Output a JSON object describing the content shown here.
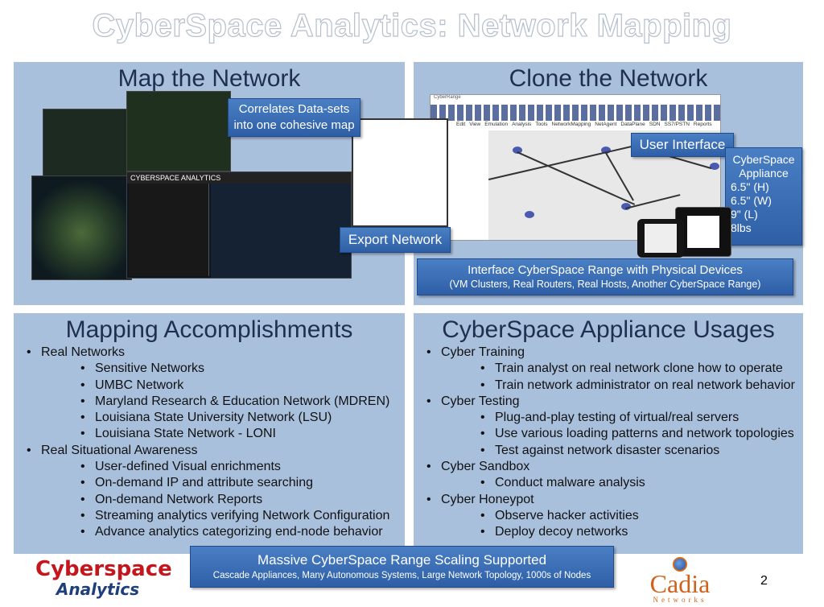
{
  "title": "CyberSpace Analytics: Network Mapping",
  "map_panel": {
    "heading": "Map the Network",
    "callout": "Correlates Data-sets into one cohesive map",
    "export_label": "Export Network",
    "app_title": "CYBERSPACE ANALYTICS"
  },
  "clone_panel": {
    "heading": "Clone the Network",
    "ui_label": "User Interface",
    "appliance": {
      "name": "CyberSpace Appliance",
      "specs": [
        "6.5\" (H)",
        "6.5\" (W)",
        "9\" (L)",
        "8lbs"
      ]
    },
    "interface_title": "Interface CyberSpace Range with Physical Devices",
    "interface_sub": "(VM Clusters, Real Routers, Real Hosts, Another CyberSpace Range)",
    "menu": [
      "Edit",
      "View",
      "Emulation",
      "Analysis",
      "Tools",
      "NetworkMapping",
      "NetAgent",
      "DataPlane",
      "SDN",
      "SS7/PSTN",
      "Reports"
    ]
  },
  "accomplishments": {
    "heading": "Mapping Accomplishments",
    "items": [
      {
        "level": 1,
        "text": "Real Networks"
      },
      {
        "level": 2,
        "text": "Sensitive Networks"
      },
      {
        "level": 2,
        "text": "UMBC Network"
      },
      {
        "level": 2,
        "text": "Maryland Research & Education Network (MDREN)"
      },
      {
        "level": 2,
        "text": "Louisiana State University Network (LSU)"
      },
      {
        "level": 2,
        "text": "Louisiana State Network - LONI"
      },
      {
        "level": 1,
        "text": "Real Situational Awareness"
      },
      {
        "level": 2,
        "text": "User-defined Visual enrichments"
      },
      {
        "level": 2,
        "text": "On-demand IP and attribute searching"
      },
      {
        "level": 2,
        "text": "On-demand Network Reports"
      },
      {
        "level": 2,
        "text": "Streaming analytics verifying Network Configuration"
      },
      {
        "level": 2,
        "text": "Advance analytics categorizing end-node behavior"
      }
    ]
  },
  "usages": {
    "heading": "CyberSpace Appliance Usages",
    "items": [
      {
        "level": 1,
        "text": "Cyber Training"
      },
      {
        "level": 2,
        "text": "Train analyst on real network clone how to operate"
      },
      {
        "level": 2,
        "text": "Train network administrator on real network behavior"
      },
      {
        "level": 1,
        "text": "Cyber Testing"
      },
      {
        "level": 2,
        "text": "Plug-and-play testing of virtual/real servers"
      },
      {
        "level": 2,
        "text": "Use various loading patterns and network topologies"
      },
      {
        "level": 2,
        "text": "Test against network disaster scenarios"
      },
      {
        "level": 1,
        "text": "Cyber Sandbox"
      },
      {
        "level": 2,
        "text": "Conduct malware analysis"
      },
      {
        "level": 1,
        "text": "Cyber Honeypot"
      },
      {
        "level": 2,
        "text": "Observe hacker activities"
      },
      {
        "level": 2,
        "text": "Deploy decoy networks"
      }
    ]
  },
  "footer": {
    "banner_title": "Massive CyberSpace Range Scaling Supported",
    "banner_sub": "Cascade Appliances, Many Autonomous Systems, Large Network Topology, 1000s of Nodes",
    "logo_left_1": "Cyberspace",
    "logo_left_2": "Analytics",
    "logo_right_1": "Cadia",
    "logo_right_2": "Networks",
    "page_number": "2"
  }
}
